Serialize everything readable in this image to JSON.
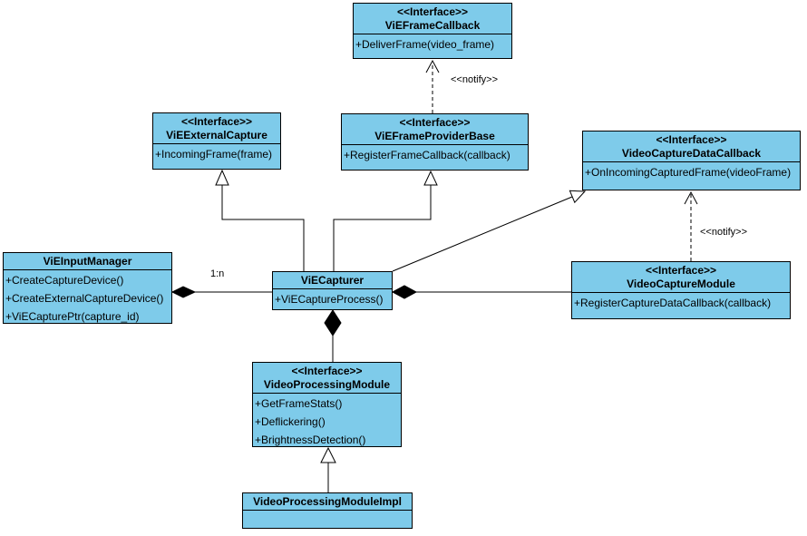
{
  "colors": {
    "class_fill": "#7ECBEA",
    "line": "#000000",
    "background": "#FFFFFF"
  },
  "classes": [
    {
      "stereotype": "<<Interface>>",
      "name": "ViEFrameCallback",
      "members": [
        "+DeliverFrame(video_frame)"
      ]
    },
    {
      "stereotype": "<<Interface>>",
      "name": "ViEExternalCapture",
      "members": [
        "+IncomingFrame(frame)"
      ]
    },
    {
      "stereotype": "<<Interface>>",
      "name": "ViEFrameProviderBase",
      "members": [
        "+RegisterFrameCallback(callback)"
      ]
    },
    {
      "stereotype": "<<Interface>>",
      "name": "VideoCaptureDataCallback",
      "members": [
        "+OnIncomingCapturedFrame(videoFrame)"
      ]
    },
    {
      "stereotype": "",
      "name": "ViEInputManager",
      "members": [
        "+CreateCaptureDevice()",
        "+CreateExternalCaptureDevice()",
        "+ViECapturePtr(capture_id)"
      ]
    },
    {
      "stereotype": "",
      "name": "ViECapturer",
      "members": [
        "+ViECaptureProcess()"
      ]
    },
    {
      "stereotype": "<<Interface>>",
      "name": "VideoCaptureModule",
      "members": [
        "+RegisterCaptureDataCallback(callback)"
      ]
    },
    {
      "stereotype": "<<Interface>>",
      "name": "VideoProcessingModule",
      "members": [
        "+GetFrameStats()",
        "+Deflickering()",
        "+BrightnessDetection()"
      ]
    },
    {
      "stereotype": "",
      "name": "VideoProcessingModuleImpl",
      "members": []
    }
  ],
  "labels": {
    "notify_frame": "<<notify>>",
    "notify_capture": "<<notify>>",
    "multiplicity_1n": "1:n"
  }
}
